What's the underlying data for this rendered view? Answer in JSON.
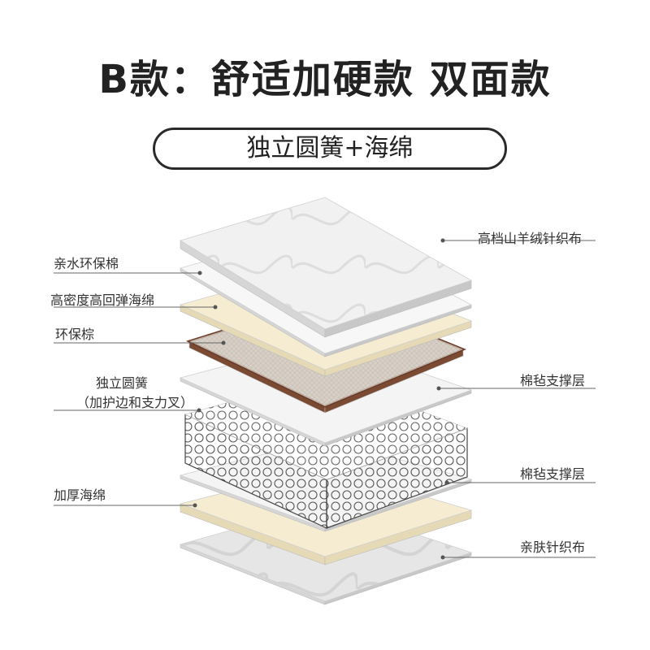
{
  "title": "B款：舒适加硬款 双面款",
  "subtitle": "独立圆簧+海绵",
  "layers": [
    {
      "key": "top-fabric",
      "label": "高档山羊绒针织布",
      "side": "right",
      "fill": "#f1f1f1"
    },
    {
      "key": "eco-cotton",
      "label": "亲水环保棉",
      "side": "left",
      "fill": "#f7f7f7"
    },
    {
      "key": "hd-sponge",
      "label": "高密度高回弹海绵",
      "side": "left",
      "fill": "#f5ecd2"
    },
    {
      "key": "palm",
      "label": "环保棕",
      "side": "left",
      "fill": "#d9d2c8"
    },
    {
      "key": "felt-1",
      "label": "棉毡支撑层",
      "side": "right",
      "fill": "#f4f4f4"
    },
    {
      "key": "springs",
      "label": "独立圆簧",
      "label2": "（加护边和支力叉）",
      "side": "left",
      "fill": "#ffffff"
    },
    {
      "key": "felt-2",
      "label": "棉毡支撑层",
      "side": "right",
      "fill": "#f4f4f4"
    },
    {
      "key": "thick-sponge",
      "label": "加厚海绵",
      "side": "left",
      "fill": "#f5ecd2"
    },
    {
      "key": "bottom-fabric",
      "label": "亲肤针织布",
      "side": "right",
      "fill": "#e6e6e6"
    }
  ]
}
